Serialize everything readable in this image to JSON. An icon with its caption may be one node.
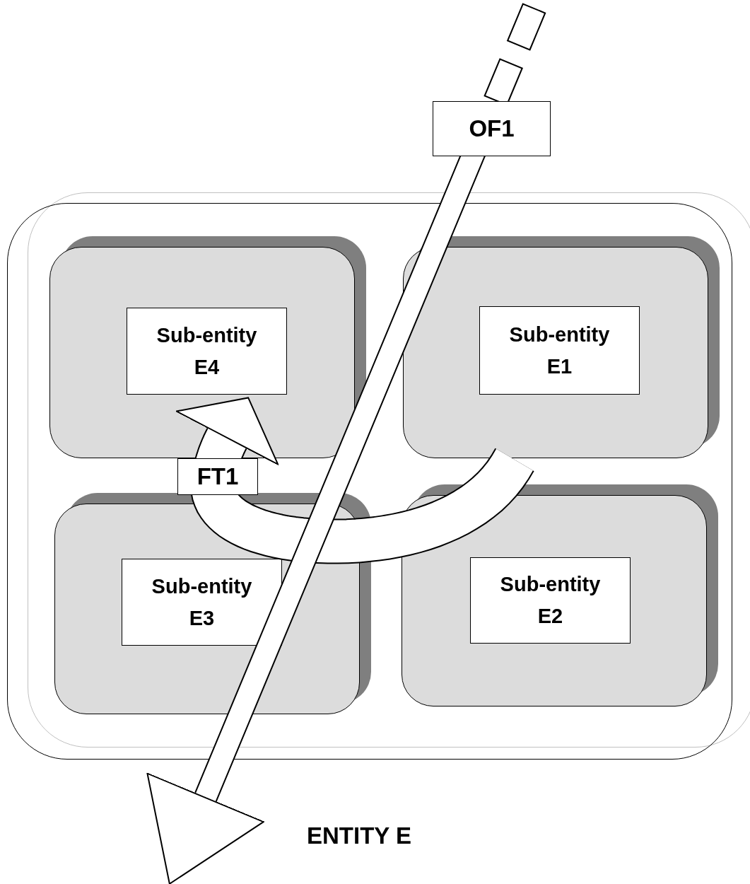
{
  "diagram": {
    "nodes": [
      {
        "text": [
          "ENTITY E"
        ]
      },
      {
        "text": [],
        "shape": "box",
        "in": 0
      },
      {
        "text": [
          "Sub-entity E4"
        ],
        "in": 1
      },
      {
        "text": [],
        "shape": "box",
        "in": 0
      },
      {
        "text": [
          "Sub-entity E1"
        ],
        "in": 3
      },
      {
        "text": [],
        "shape": "box",
        "in": 0
      },
      {
        "text": [
          "Sub-entity E3"
        ],
        "in": 5
      },
      {
        "text": [],
        "shape": "box",
        "in": 0
      },
      {
        "text": [
          "Sub-entity E2"
        ],
        "in": 7
      }
    ],
    "edges": [
      {
        "from": null,
        "to": 0,
        "arrow": "to",
        "label": "OF1"
      },
      {
        "from": 3,
        "to": 2,
        "arrow": "to",
        "label": "FT1",
        "style": "thick"
      }
    ]
  }
}
